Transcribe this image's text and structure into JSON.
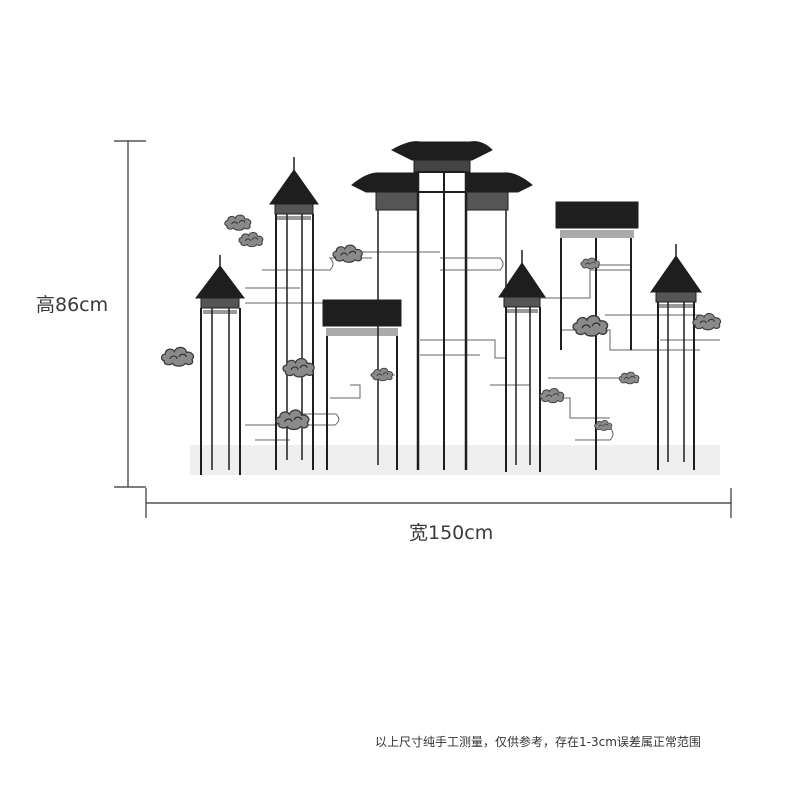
{
  "dimensions": {
    "height_label": "高86cm",
    "width_label": "宽150cm"
  },
  "note": "以上尺寸纯手工测量，仅供参考，存在1-3cm误差属正常范围",
  "colors": {
    "ink": "#1a1a1a",
    "shadow": "#c8c8c8",
    "text": "#3a3a3a"
  },
  "artwork": {
    "subject": "chinese-architecture-wall-decal",
    "icons": [
      "pavilion-icon",
      "archway-gate-icon",
      "auspicious-cloud-icon"
    ]
  }
}
